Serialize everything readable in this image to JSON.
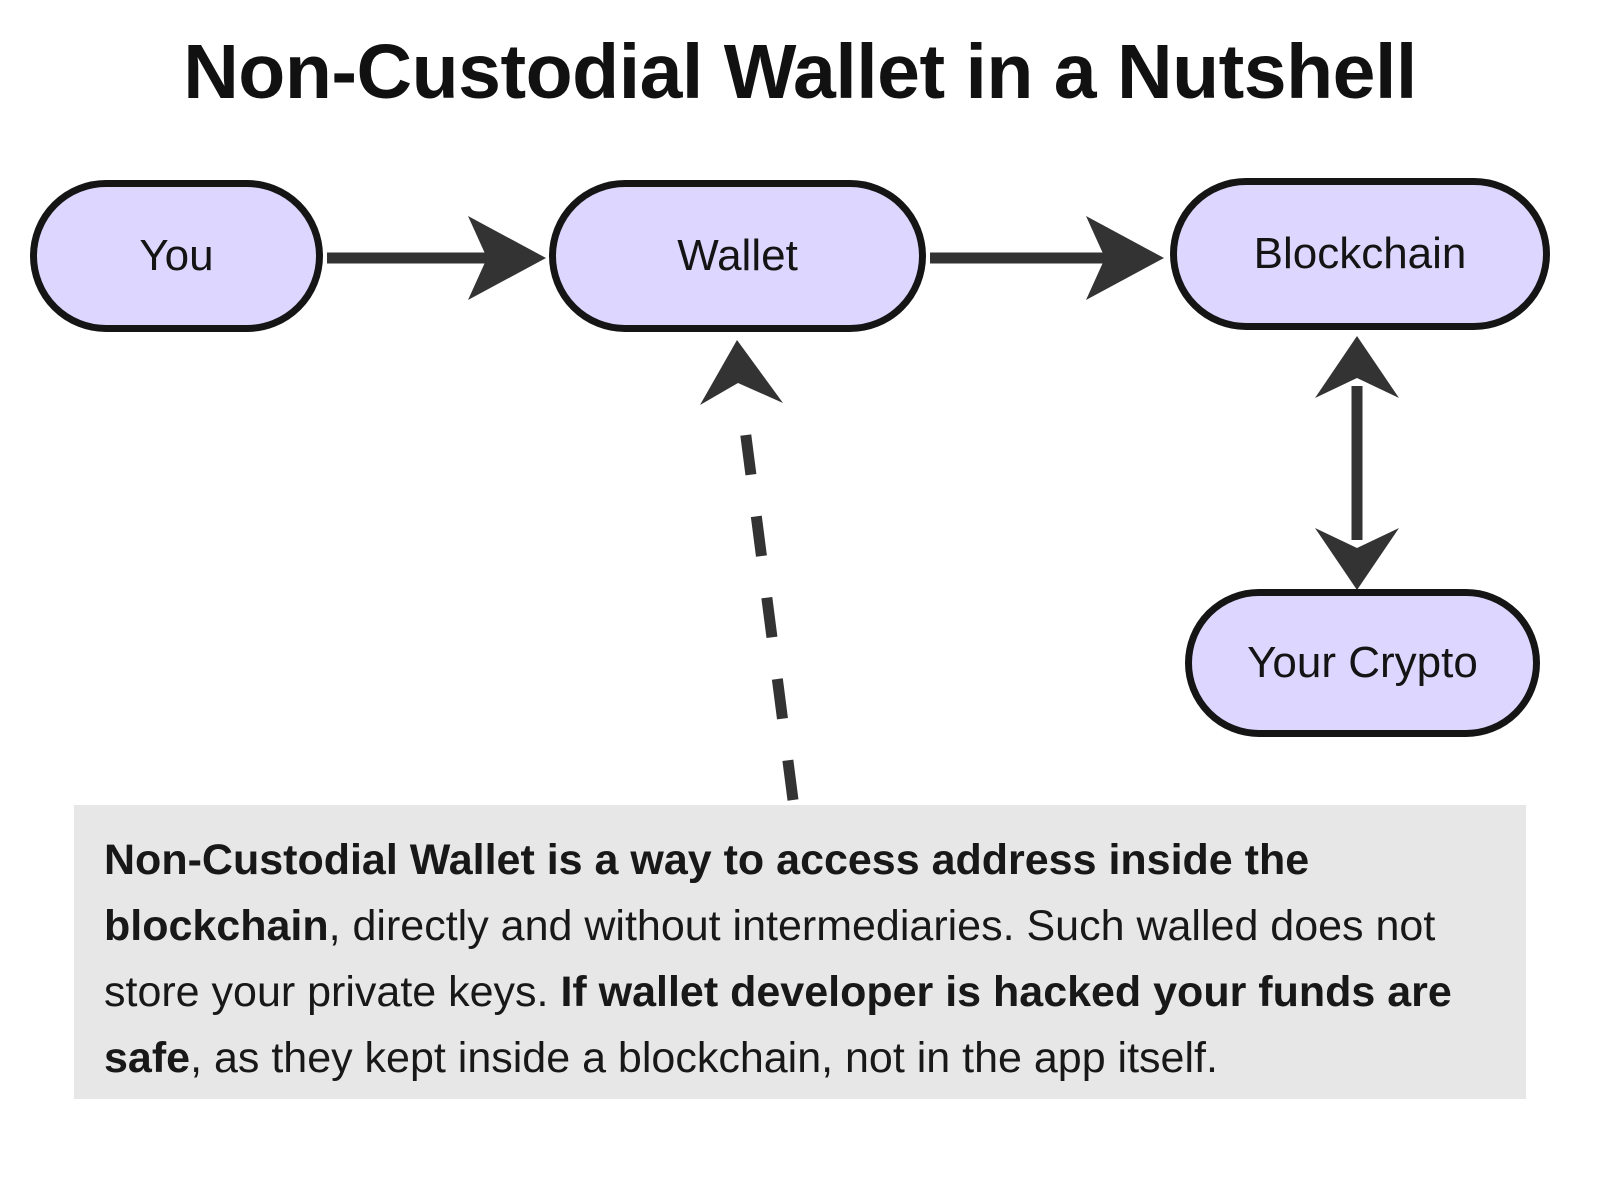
{
  "title": "Non-Custodial Wallet in a Nutshell",
  "colors": {
    "node_fill": "#DDD6FE",
    "node_border": "#151515",
    "edge": "#333333",
    "callout_bg": "#E7E7E7",
    "page_bg": "#FFFFFF",
    "text": "#181818"
  },
  "nodes": [
    {
      "id": "you",
      "label": "You"
    },
    {
      "id": "wallet",
      "label": "Wallet"
    },
    {
      "id": "blockchain",
      "label": "Blockchain"
    },
    {
      "id": "your-crypto",
      "label": "Your Crypto"
    }
  ],
  "edges": [
    {
      "id": "you-to-wallet",
      "from": "You",
      "to": "Wallet",
      "style": "solid",
      "arrows": "end",
      "label": ""
    },
    {
      "id": "wallet-to-blockchain",
      "from": "Wallet",
      "to": "Blockchain",
      "style": "solid",
      "arrows": "end",
      "label": ""
    },
    {
      "id": "blockchain-to-your-crypto",
      "from": "Blockchain",
      "to": "Your Crypto",
      "style": "solid",
      "arrows": "both",
      "label": ""
    },
    {
      "id": "callout-to-wallet",
      "from": "Description",
      "to": "Wallet",
      "style": "dashed",
      "arrows": "end",
      "label": ""
    }
  ],
  "description": {
    "segments": [
      {
        "text": "Non-Custodial Wallet is a way to access address inside the blockchain",
        "bold": true
      },
      {
        "text": ", directly and without intermediaries. Such walled does not store your private keys. ",
        "bold": false
      },
      {
        "text": "If wallet developer is hacked your funds are safe",
        "bold": true
      },
      {
        "text": ", as they kept inside a blockchain, not in the app itself.",
        "bold": false
      }
    ],
    "plain": "Non-Custodial Wallet is a way to access address inside the blockchain, directly and without intermediaries. Such walled does not store your private keys. If wallet developer is hacked your funds are safe, as they kept inside a blockchain, not in the app itself."
  }
}
